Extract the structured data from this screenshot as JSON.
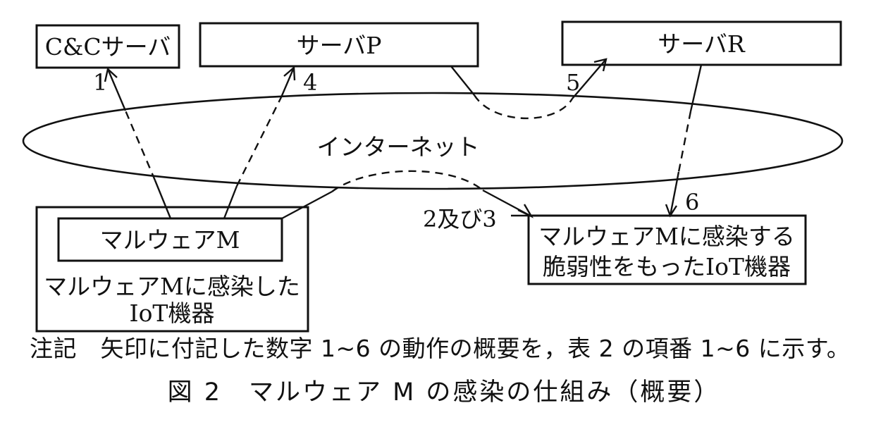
{
  "diagram": {
    "nodes": {
      "cc_server": "C&Cサーバ",
      "server_p": "サーバP",
      "server_r": "サーバR",
      "internet": "インターネット",
      "malware_m": "マルウェアM",
      "infected_device_line1": "マルウェアMに感染した",
      "infected_device_line2": "IoT機器",
      "vulnerable_device_line1": "マルウェアMに感染する",
      "vulnerable_device_line2": "脆弱性をもったIoT機器"
    },
    "arrows": [
      {
        "label": "1",
        "from": "マルウェアM",
        "to": "C&Cサーバ"
      },
      {
        "label": "2及び3",
        "from": "マルウェアM",
        "to": "マルウェアMに感染する脆弱性をもったIoT機器"
      },
      {
        "label": "4",
        "from": "マルウェアM",
        "to": "サーバP"
      },
      {
        "label": "5",
        "from": "サーバP",
        "to": "サーバR"
      },
      {
        "label": "6",
        "from": "サーバR",
        "to": "マルウェアMに感染する脆弱性をもったIoT機器"
      }
    ],
    "note": "注記　矢印に付記した数字 1~6 の動作の概要を，表 2 の項番 1~6 に示す。",
    "caption": "図 2　マルウェア M の感染の仕組み（概要）"
  }
}
